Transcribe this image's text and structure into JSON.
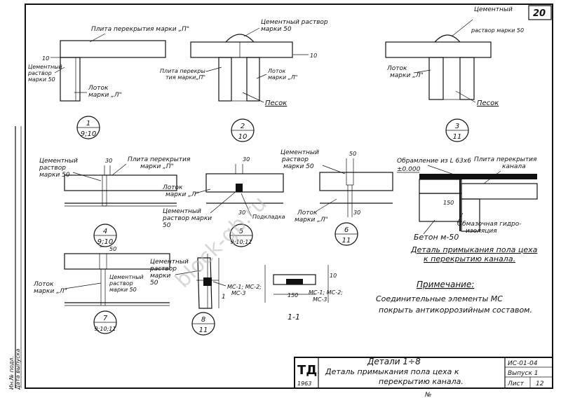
{
  "sheet": {
    "number": "20",
    "watermark": "block-gb.ru",
    "footer_mark": "№",
    "side_labels": [
      "Ин.№ подл.",
      "Дата выпуска"
    ]
  },
  "details": {
    "d1": {
      "labels": {
        "slab": "Плита перекрытия марки „П\"",
        "dim": "10",
        "mortar_a": "Цементный",
        "mortar_b": "раствор",
        "mortar_c": "марки 50",
        "tray": "Лоток",
        "tray_mark": "марки „Л\""
      },
      "num": "1",
      "ref": "9;10"
    },
    "d2": {
      "labels": {
        "mortar_a": "Цементный раствор",
        "mortar_b": "марки 50",
        "slab_a": "Плита перекры-",
        "slab_b": "тия марки„П\"",
        "tray": "Лоток",
        "tray_mark": "марки „Л\"",
        "dim": "10",
        "sand": "Песок"
      },
      "num": "2",
      "ref": "10"
    },
    "d3": {
      "labels": {
        "mortar_a": "Цементный",
        "mortar_b": "раствор марки 50",
        "tray": "Лоток",
        "tray_mark": "марки „Л\"",
        "sand": "Песок"
      },
      "num": "3",
      "ref": "11"
    },
    "d4": {
      "labels": {
        "mortar_a": "Цементный",
        "mortar_b": "раствор",
        "mortar_c": "марки 50",
        "dim": "30",
        "slab": "Плита перекрытия",
        "slab_mark": "марки „П\""
      },
      "num": "4",
      "ref": "9;10"
    },
    "d5": {
      "labels": {
        "dim": "30",
        "tray": "Лоток",
        "tray_mark": "марки „Л\"",
        "mortar_a": "Цементный",
        "mortar_b": "раствор марки",
        "mortar_c": "50",
        "dim2": "30",
        "pad": "Подкладка"
      },
      "num": "5",
      "ref": "9;10;11"
    },
    "d6": {
      "labels": {
        "mortar_a": "Цементный",
        "mortar_b": "раствор",
        "mortar_c": "марки 50",
        "dim": "50",
        "dim2": "30",
        "tray": "Лоток",
        "tray_mark": "марки „Л\""
      },
      "num": "6",
      "ref": "11"
    },
    "d7": {
      "labels": {
        "dim": "50",
        "tray": "Лоток",
        "tray_mark": "марки „Л\"",
        "mortar_a": "Цементный",
        "mortar_b": "раствор",
        "mortar_c": "марки 50"
      },
      "num": "7",
      "ref": "9;10;11"
    },
    "d8": {
      "labels": {
        "mortar_a": "Цементный",
        "mortar_b": "раствор",
        "mortar_c": "марки",
        "mortar_d": "50",
        "conn": "МС-1; МС-2;",
        "conn2": "МС-3",
        "cut": "1"
      },
      "num": "8",
      "ref": "11"
    },
    "section11": {
      "labels": {
        "dim": "10",
        "dim2": "150",
        "conn": "МС-1; МС-2;",
        "conn2": "МС-3",
        "title": "1-1"
      }
    }
  },
  "floor_detail": {
    "framing": "Обрамление из L 63х6",
    "level": "±0.000",
    "slab_a": "Плита перекрытия",
    "slab_b": "канала",
    "dim": "150",
    "waterproof_a": "Обмазочная гидро-",
    "waterproof_b": "изоляция",
    "concrete": "Бетон м-50",
    "caption_a": "Деталь примыкания пола цеха",
    "caption_b": "к перекрытию канала."
  },
  "note": {
    "title": "Примечание:",
    "line1": "Соединительные элементы МС",
    "line2": "покрыть антикоррозийным составом."
  },
  "title_block": {
    "logo": "ТД",
    "year": "1963",
    "title_1": "Детали 1÷8",
    "title_2": "Деталь примыкания пола цеха к",
    "title_3": "перекрытию канала.",
    "code": "ИС-01-04",
    "issue": "Выпуск 1",
    "sheet_label": "Лист",
    "sheet_no": "12"
  }
}
